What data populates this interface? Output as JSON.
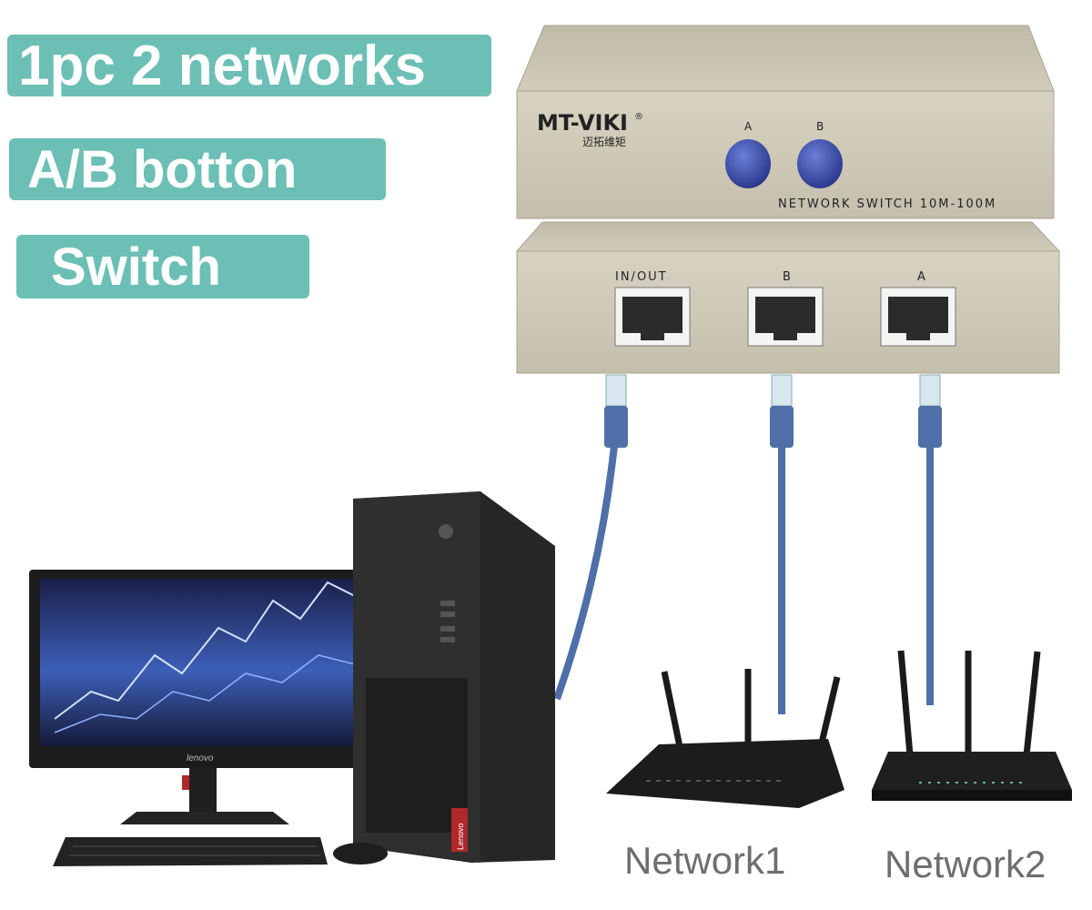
{
  "badges": {
    "line1": "1pc 2 networks",
    "line2": "A/B botton",
    "line3": "Switch"
  },
  "device": {
    "brand": "MT-VIKI",
    "brand_mark": "®",
    "brand_sub": "迈拓维矩",
    "button_a_label": "A",
    "button_b_label": "B",
    "model_text": "NETWORK SWITCH 10M-100M",
    "port_inout_label": "IN/OUT",
    "port_b_label": "B",
    "port_a_label": "A"
  },
  "monitor": {
    "brand": "lenovo"
  },
  "tower": {
    "brand": "Lenovo"
  },
  "captions": {
    "network1": "Network1",
    "network2": "Network2"
  },
  "colors": {
    "badge": "#6cbfb4",
    "case": "#c9c4b2",
    "button": "#3a4ea8",
    "cable": "#4f6fa8"
  },
  "icons": [
    "network-switch-icon",
    "ethernet-cable-icon",
    "monitor-icon",
    "pc-tower-icon",
    "keyboard-icon",
    "mouse-icon",
    "router-icon"
  ]
}
